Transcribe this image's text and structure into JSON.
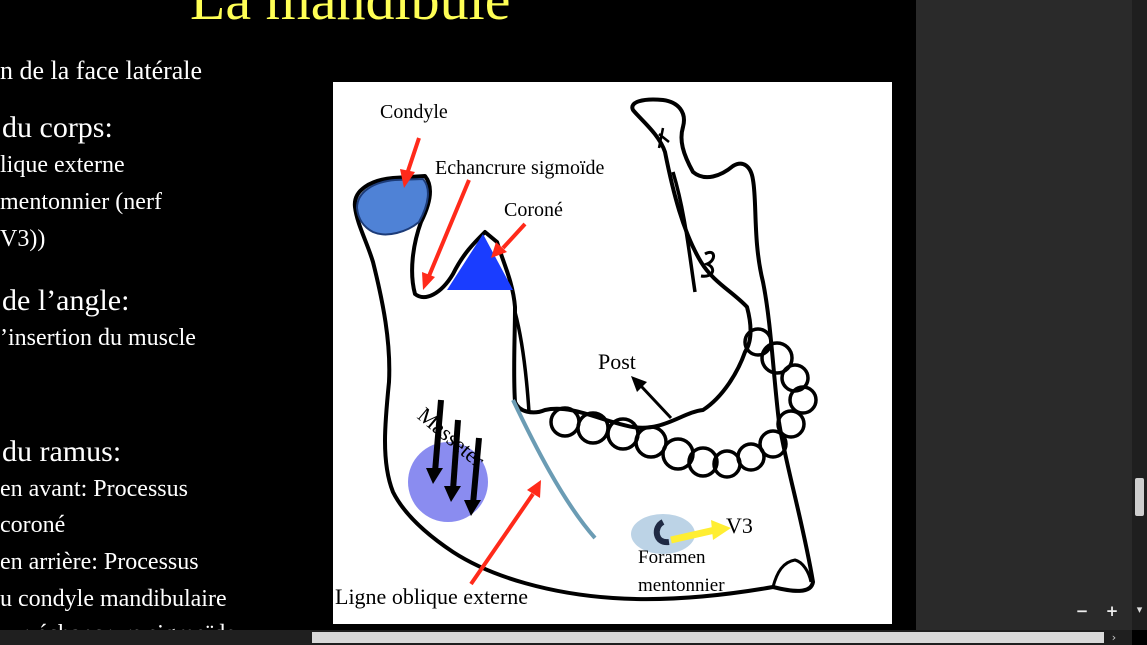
{
  "slide": {
    "title": "La mandibule",
    "lines": [
      "n de la face latérale",
      "du corps:",
      "lique externe",
      "mentonnier (nerf",
      "V3))",
      "de l’angle:",
      "’insertion du muscle",
      "du ramus:",
      "en avant: Processus",
      "coroné",
      "en arrière: Processus",
      "u condyle mandibulaire",
      "ux: échancrure sigmoïde"
    ]
  },
  "figure": {
    "labels": {
      "condyle": "Condyle",
      "echancrure": "Echancrure sigmoïde",
      "corone": "Coroné",
      "post": "Post",
      "masseter": "Masseter",
      "v3": "V3",
      "foramen_line1": "Foramen",
      "foramen_line2": "mentonnier",
      "ligne": "Ligne oblique externe"
    },
    "colors": {
      "arrow_red": "#ff2a1a",
      "corone_fill": "#1a3dff",
      "condyle_fill": "#4f82d6",
      "masseter_fill": "#8a8cf0",
      "oblique_line": "#6b9cb4",
      "v3_arrow": "#ffee33"
    }
  },
  "viewer": {
    "zoom_out": "−",
    "zoom_in": "+"
  }
}
